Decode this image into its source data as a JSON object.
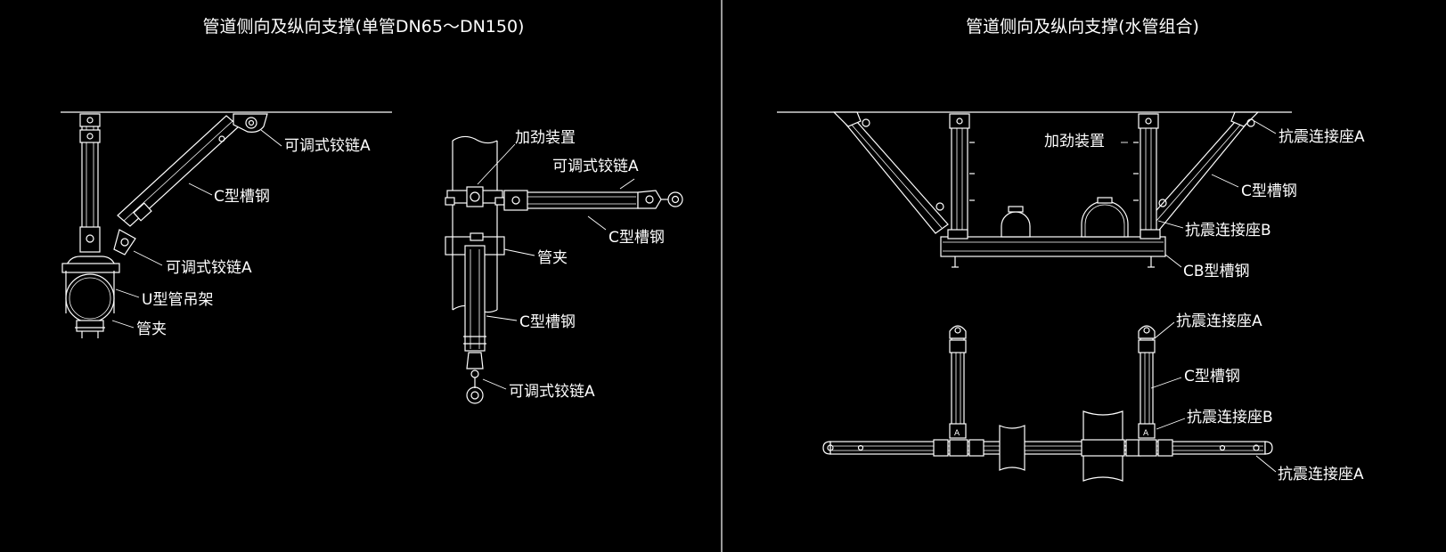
{
  "left_panel": {
    "title": "管道侧向及纵向支撑(单管DN65～DN150)",
    "fig1": {
      "hinge_top": "可调式铰链A",
      "channel": "C型槽钢",
      "hinge_bottom": "可调式铰链A",
      "u_hanger": "U型管吊架",
      "clamp": "管夹"
    },
    "fig2": {
      "stiffener": "加劲装置",
      "hinge_top": "可调式铰链A",
      "channel_top": "C型槽钢",
      "clamp": "管夹",
      "channel_bottom": "C型槽钢",
      "hinge_bottom": "可调式铰链A"
    }
  },
  "right_panel": {
    "title": "管道侧向及纵向支撑(水管组合)",
    "fig3": {
      "stiffener": "加劲装置",
      "seat_a": "抗震连接座A",
      "channel": "C型槽钢",
      "seat_b": "抗震连接座B",
      "cb_channel": "CB型槽钢"
    },
    "fig4": {
      "seat_a_top": "抗震连接座A",
      "channel": "C型槽钢",
      "seat_b": "抗震连接座B",
      "seat_a_bottom": "抗震连接座A"
    }
  },
  "colors": {
    "background": "#000000",
    "lines": "#ffffff"
  }
}
